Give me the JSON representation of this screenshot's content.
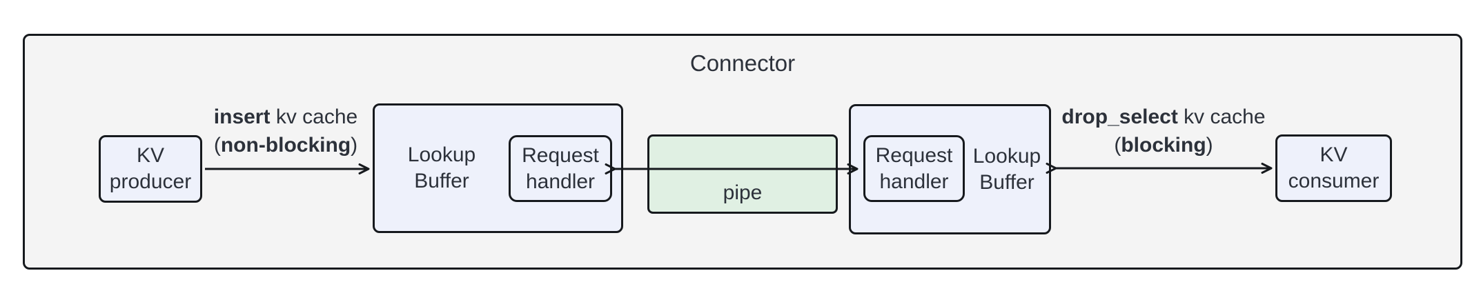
{
  "colors": {
    "border": "#16191d",
    "text": "#2c313a",
    "container_fill": "#f4f4f4",
    "node_fill": "#eef1fb",
    "pipe_fill": "#e0f0e3",
    "page_bg": "#ffffff"
  },
  "container": {
    "title": "Connector"
  },
  "nodes": {
    "kv_producer": {
      "line1": "KV",
      "line2": "producer"
    },
    "lookup_buffer_left": {
      "line1": "Lookup",
      "line2": "Buffer"
    },
    "request_handler_left": {
      "line1": "Request",
      "line2": "handler"
    },
    "pipe": {
      "label": "pipe"
    },
    "request_handler_right": {
      "line1": "Request",
      "line2": "handler"
    },
    "lookup_buffer_right": {
      "line1": "Lookup",
      "line2": "Buffer"
    },
    "kv_consumer": {
      "line1": "KV",
      "line2": "consumer"
    }
  },
  "edges": {
    "insert": {
      "bold": "insert",
      "rest": " kv cache",
      "paren_open": "(",
      "paren_bold": "non-blocking",
      "paren_close": ")"
    },
    "drop_select": {
      "bold": "drop_select",
      "rest": " kv cache",
      "paren_open": "(",
      "paren_bold": "blocking",
      "paren_close": ")"
    }
  }
}
